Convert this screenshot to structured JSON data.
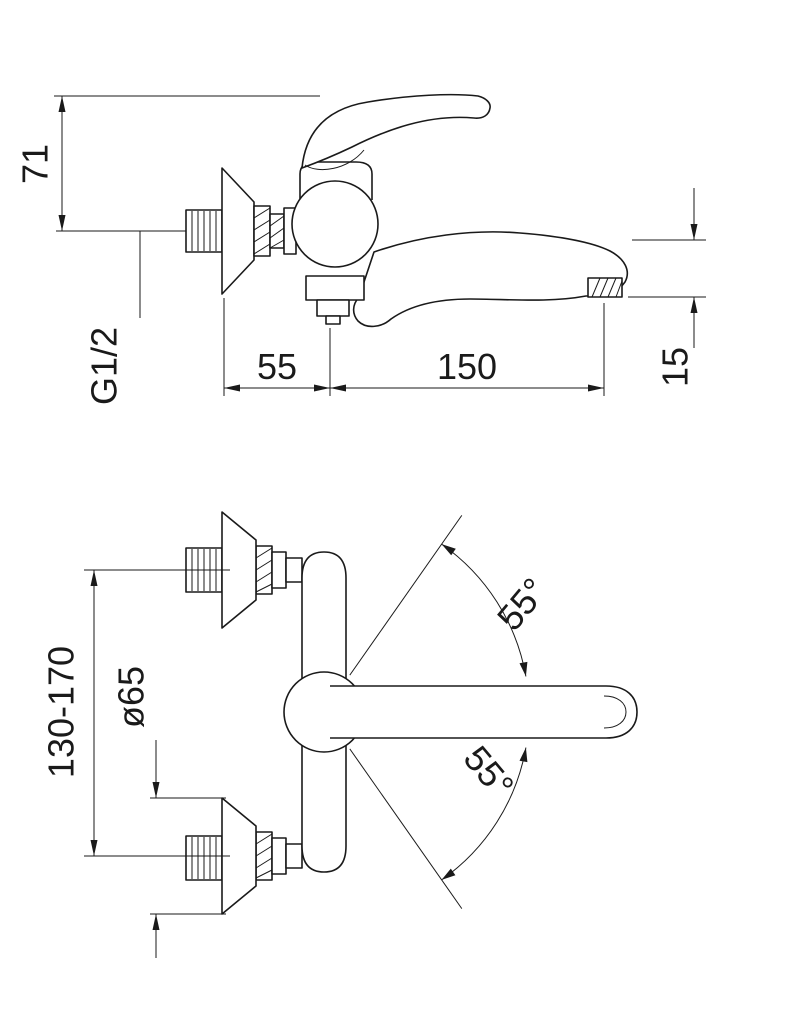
{
  "drawing": {
    "background": "#ffffff",
    "line_color": "#1a1a1a",
    "side_view": {
      "dim_height": "71",
      "dim_thread": "G1/2",
      "dim_wall_offset": "55",
      "dim_spout_reach": "150",
      "dim_outlet": "15"
    },
    "plan_view": {
      "dim_centers": "130-170",
      "dim_flange_diameter": "ø65",
      "dim_swing_upper": "55°",
      "dim_swing_lower": "55°"
    }
  }
}
